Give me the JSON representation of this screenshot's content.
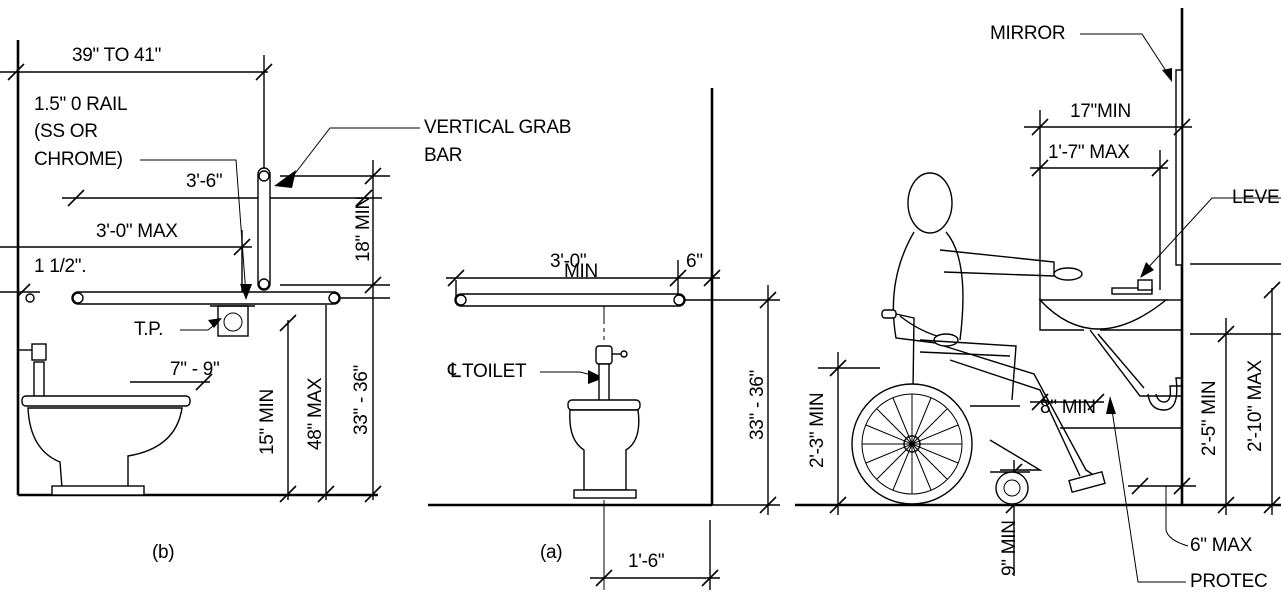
{
  "labels": {
    "width_39_41": "39\" TO 41\"",
    "rail_1": "1.5\" 0 RAIL",
    "rail_2": "(SS OR",
    "rail_3": "CHROME)",
    "vgb_1": "VERTICAL GRAB",
    "vgb_2": "BAR",
    "b_3_6": "3'-6\"",
    "b_3_0_max": "3'-0\" MAX",
    "b_18_min": "18\" MIN",
    "b_1_5": "1 1/2\".",
    "tp": "T.P.",
    "b_7_9": "7\" - 9\"",
    "b_15_min": "15\" MIN",
    "b_48_max": "48\" MAX",
    "b_33_36": "33\" - 36\"",
    "caption_b": "(b)",
    "a_3_0": "3'-0\"",
    "a_min": "MIN",
    "a_6": "6\"",
    "toilet": "TOILET",
    "a_33_36": "33\" - 36\"",
    "caption_a": "(a)",
    "a_1_6": "1'-6\"",
    "mirror": "MIRROR",
    "c_17_min": "17\"MIN",
    "c_1_7_max": "1'-7\" MAX",
    "lever": "LEVE",
    "c_2_3_min": "2'-3\" MIN",
    "c_8_min": "8\" MIN",
    "c_2_5_min": "2'-5\" MIN",
    "c_2_10_max": "2'-10\" MAX",
    "c_9_min": "9\" MIN",
    "c_6_max": "6\" MAX",
    "protect": "PROTEC"
  }
}
